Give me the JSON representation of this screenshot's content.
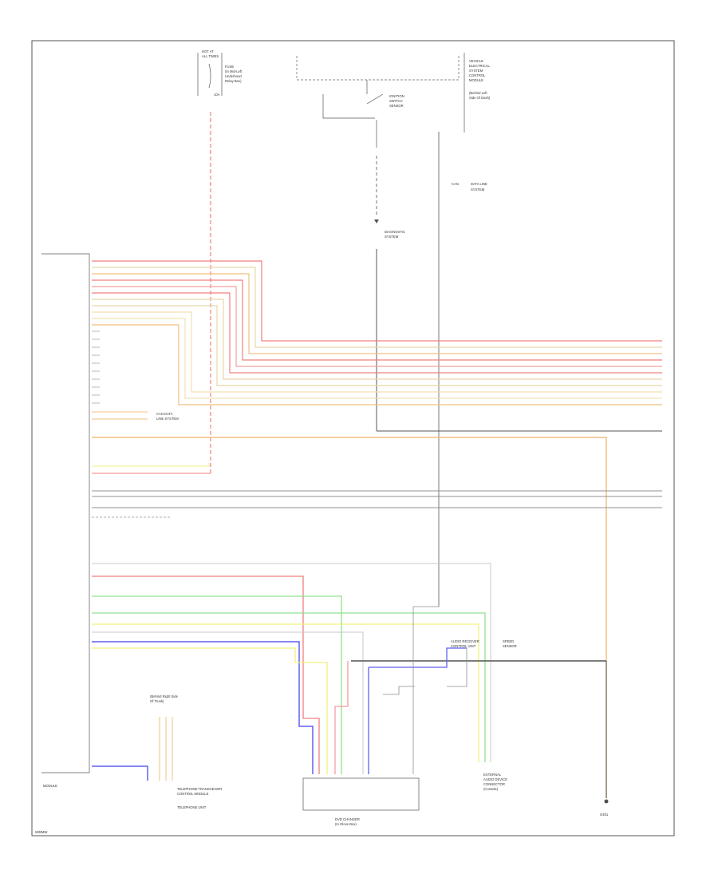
{
  "diagram": {
    "labels": {
      "top_relay_a": "HOT AT",
      "top_relay_b": "ALL TIMES",
      "fuse_a": "FUSE",
      "fuse_b": "(In Mid-Left",
      "fuse_c": "Underhood",
      "fuse_d": "Relay Box)",
      "fuse_amp": "10A",
      "ctrl_box_a": "VEHICLE",
      "ctrl_box_b": "ELECTRICAL",
      "ctrl_box_c": "SYSTEM",
      "ctrl_box_d": "CONTROL",
      "ctrl_box_e": "MODULE",
      "ctrl_box_f": "(Behind Left",
      "ctrl_box_g": "Side Of Dash)",
      "sw_a": "IGNITION",
      "sw_b": "SWITCH",
      "sw_c": "SENSOR",
      "cas_a": "CAN",
      "cas_b": "DATA LINE",
      "cas_c": "SYSTEM",
      "diag_a": "DIAGNOSTIC",
      "diag_b": "SYSTEM",
      "left_module_label": "MODULE",
      "group_mid_a": "CAN DATA",
      "group_mid_b": "LINE SYSTEM",
      "sensor_box_a": "AUDIO RECEIVER",
      "sensor_box_b": "CONTROL UNIT",
      "sensor_b_a": "SPEED",
      "sensor_b_b": "SENSOR",
      "ext_a": "EXTERNAL",
      "ext_b": "AUDIO DEVICE",
      "ext_c": "CONNECTOR",
      "ext_d": "(Console)",
      "bottom_a": "TELEPHONE TRANSCEIVER",
      "bottom_b": "CONTROL MODULE",
      "bottom_c": "(Behind Right Side",
      "bottom_d": "Of Trunk)",
      "bottom_e": "TELEPHONE UNIT",
      "amp_a": "DVD CHANGER",
      "amp_b": "(In Glove Box)",
      "ground_r": "G401",
      "corner": "W/BMW"
    },
    "wire_colors": {
      "red": "#f08080",
      "pink": "#f4a0a0",
      "tan": "#e8d8a8",
      "orange": "#f0c080",
      "yellow": "#f0f080",
      "green": "#90e090",
      "blue": "#6060f0",
      "gray": "#909090",
      "dark": "#505050"
    }
  }
}
